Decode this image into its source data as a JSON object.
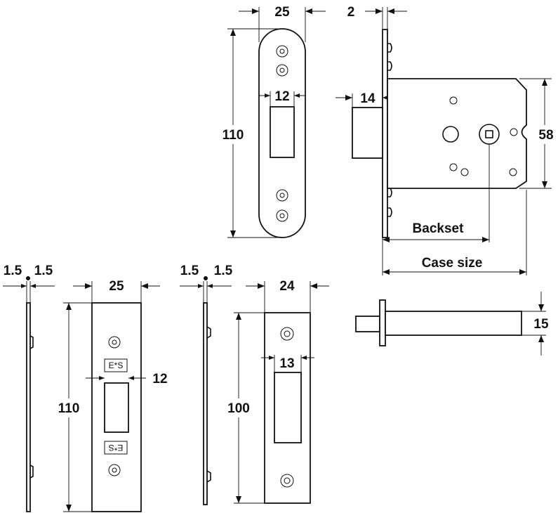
{
  "strike_plate_top": {
    "width_label": "25",
    "height_label": "110",
    "opening_label": "12"
  },
  "lock_side_view": {
    "faceplate_label": "2",
    "bolt_label": "14"
  },
  "lock_body": {
    "height_label": "58",
    "backset_label": "Backset",
    "case_size_label": "Case size"
  },
  "faceplate_side_left": {
    "left_label": "1.5",
    "right_label": "1.5"
  },
  "faceplate_front": {
    "width_label": "25",
    "height_label": "110",
    "opening_label": "12",
    "mark_top": "E*S",
    "mark_bottom": "E*S"
  },
  "strike_side": {
    "left_label": "1.5",
    "right_label": "1.5"
  },
  "strike_front": {
    "width_label": "24",
    "height_label": "100",
    "opening_label": "13"
  },
  "bolt_view": {
    "height_label": "15"
  }
}
